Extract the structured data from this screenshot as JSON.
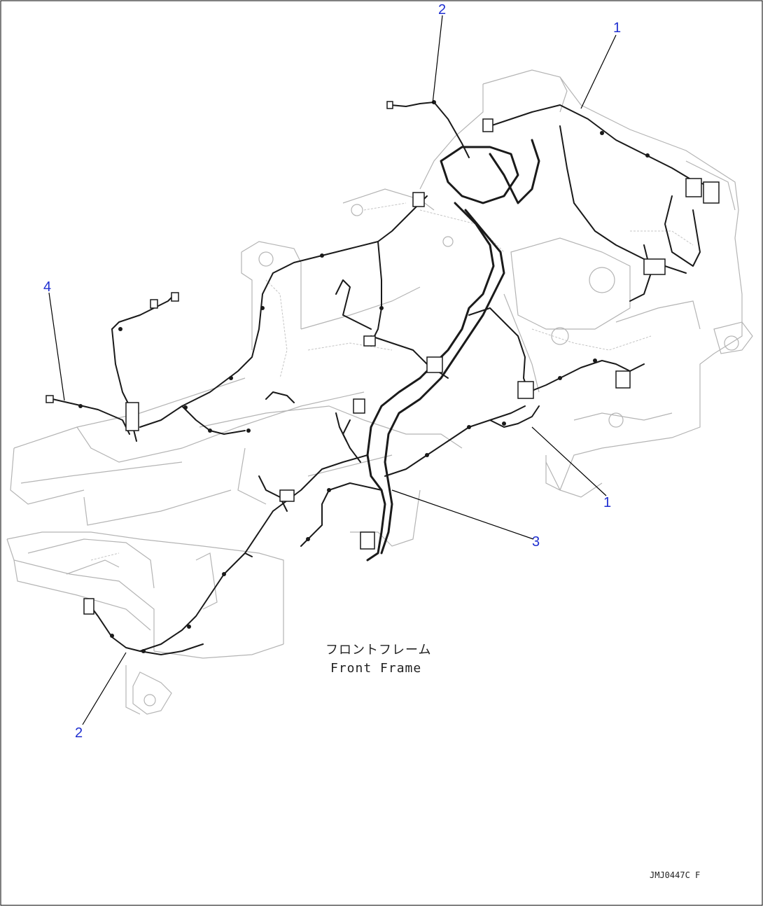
{
  "callouts": [
    {
      "id": "callout-2-top",
      "label": "2"
    },
    {
      "id": "callout-1-top",
      "label": "1"
    },
    {
      "id": "callout-4",
      "label": "4"
    },
    {
      "id": "callout-1-right",
      "label": "1"
    },
    {
      "id": "callout-3",
      "label": "3"
    },
    {
      "id": "callout-2-bottom",
      "label": "2"
    }
  ],
  "frame_label": {
    "japanese": "フロントフレーム",
    "english": "Front Frame"
  },
  "drawing_code": "JMJ0447C F",
  "colors": {
    "callout": "#1f2fd0",
    "frame": "#b4b4b4",
    "harness": "#1a1a1a"
  }
}
